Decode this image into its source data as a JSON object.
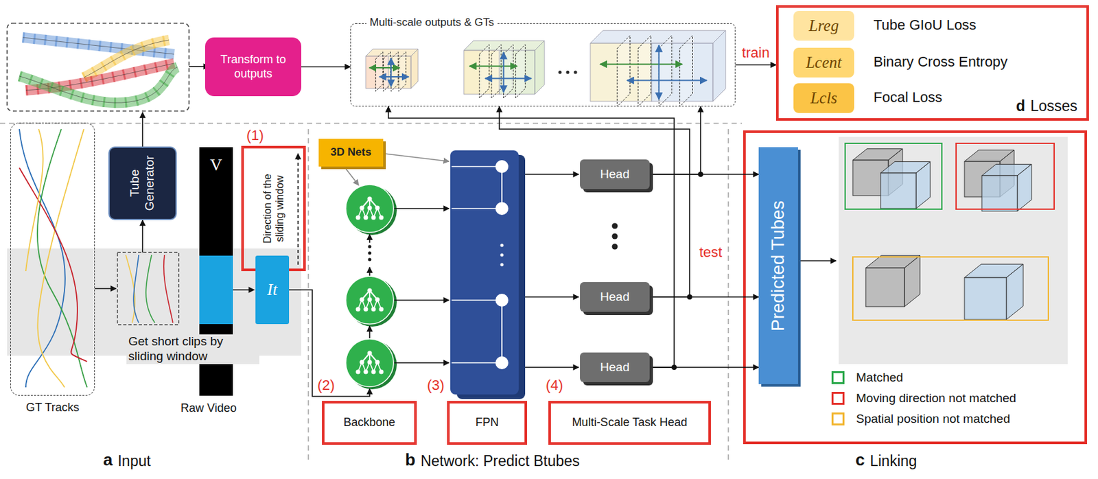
{
  "diagram": {
    "nodes": [
      {
        "text": [
          "Transform to outputs"
        ]
      },
      {
        "text": [
          "Multi-scale outputs & GTs"
        ]
      },
      {
        "text": [
          "d",
          "Losses"
        ]
      },
      {
        "text": [
          "Lreg"
        ],
        "in": 2
      },
      {
        "text": [
          "Lcent"
        ],
        "in": 2
      },
      {
        "text": [
          "Lcls"
        ],
        "in": 2
      },
      {
        "text": [
          "GT Tracks"
        ]
      },
      {
        "text": [
          "Tube Generator"
        ]
      },
      {
        "text": [
          "V"
        ]
      },
      {
        "text": [
          "Direction of the sliding window"
        ]
      },
      {
        "text": [
          "It"
        ]
      },
      {
        "text": [
          "3D Nets"
        ]
      },
      {
        "text": [
          "Backbone"
        ]
      },
      {
        "text": [
          "FPN"
        ]
      },
      {
        "text": [
          "Multi-Scale Task Head"
        ]
      },
      {
        "text": [
          "Head"
        ]
      },
      {
        "text": [
          "Head"
        ]
      },
      {
        "text": [
          "Head"
        ]
      },
      {
        "text": [
          "Predicted Tubes"
        ]
      }
    ],
    "edges": [
      {
        "from": 0,
        "to": 1,
        "arrow": "to"
      },
      {
        "from": 1,
        "to": 2,
        "arrow": "to",
        "label": "train"
      },
      {
        "from": 15,
        "to": 18,
        "arrow": "to"
      },
      {
        "from": 16,
        "to": 18,
        "arrow": "to"
      },
      {
        "from": 17,
        "to": 18,
        "arrow": "to"
      },
      {
        "from": 15,
        "to": 1,
        "arrow": "to"
      },
      {
        "from": 16,
        "to": 1,
        "arrow": "to"
      },
      {
        "from": 17,
        "to": 1,
        "arrow": "to"
      }
    ],
    "labels": [
      "(1)",
      "(2)",
      "(3)",
      "(4)",
      "Get short clips by sliding window",
      "Raw Video",
      "a",
      "Input",
      "b",
      "Network: Predict Btubes",
      "c",
      "Linking",
      "Tube GIoU Loss",
      "Binary Cross Entropy",
      "Focal Loss",
      "test"
    ],
    "legend": [
      {
        "text": "Matched",
        "color": "#2aa84a"
      },
      {
        "text": "Moving direction not matched",
        "color": "#e5322c"
      },
      {
        "text": "Spatial position not matched",
        "color": "#f2b632"
      }
    ]
  }
}
